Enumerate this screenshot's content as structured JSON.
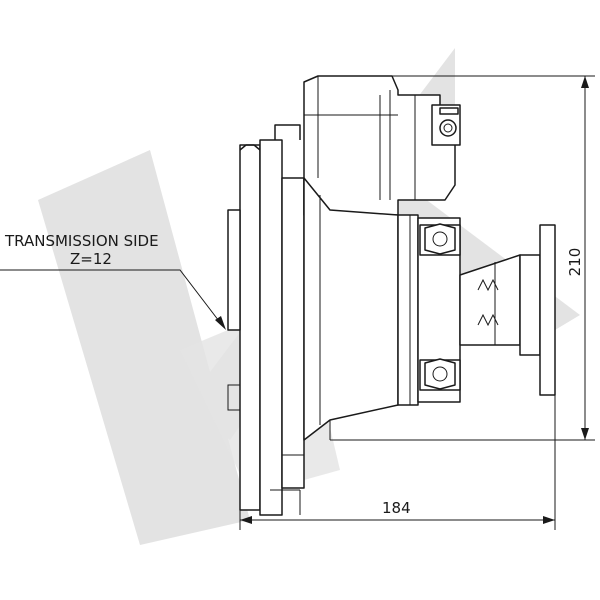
{
  "colors": {
    "watermark": "#e3e3e3",
    "line": "#1a1a1a",
    "background": "#ffffff"
  },
  "callout": {
    "line1": "TRANSMISSION SIDE",
    "line2": "Z=12"
  },
  "dimensions": {
    "width_label": "184",
    "height_label": "210"
  }
}
